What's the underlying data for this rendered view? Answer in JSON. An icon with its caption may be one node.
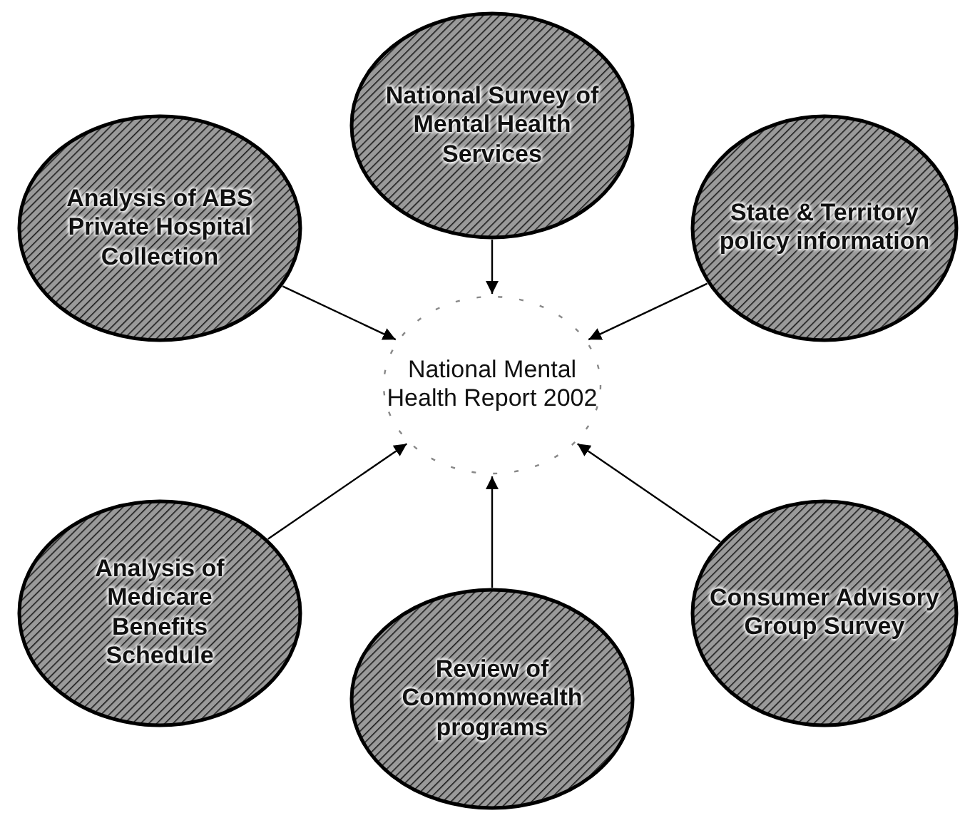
{
  "diagram": {
    "nodes": [
      {
        "text": [
          "National Survey of Mental Health Services"
        ]
      },
      {
        "text": [
          "Analysis of ABS Private Hospital Collection"
        ]
      },
      {
        "text": [
          "State & Territory policy information"
        ]
      },
      {
        "text": [
          "National Mental Health Report 2002"
        ]
      },
      {
        "text": [
          "Analysis of Medicare Benefits Schedule"
        ]
      },
      {
        "text": [
          "Review of Commonwealth programs"
        ]
      },
      {
        "text": [
          "Consumer Advisory Group Survey"
        ]
      }
    ],
    "edges": [
      {
        "from": 0,
        "to": 3,
        "arrow": "to"
      },
      {
        "from": 1,
        "to": 3,
        "arrow": "to"
      },
      {
        "from": 2,
        "to": 3,
        "arrow": "to"
      },
      {
        "from": 4,
        "to": 3,
        "arrow": "to"
      },
      {
        "from": 5,
        "to": 3,
        "arrow": "to"
      },
      {
        "from": 6,
        "to": 3,
        "arrow": "to"
      }
    ]
  }
}
